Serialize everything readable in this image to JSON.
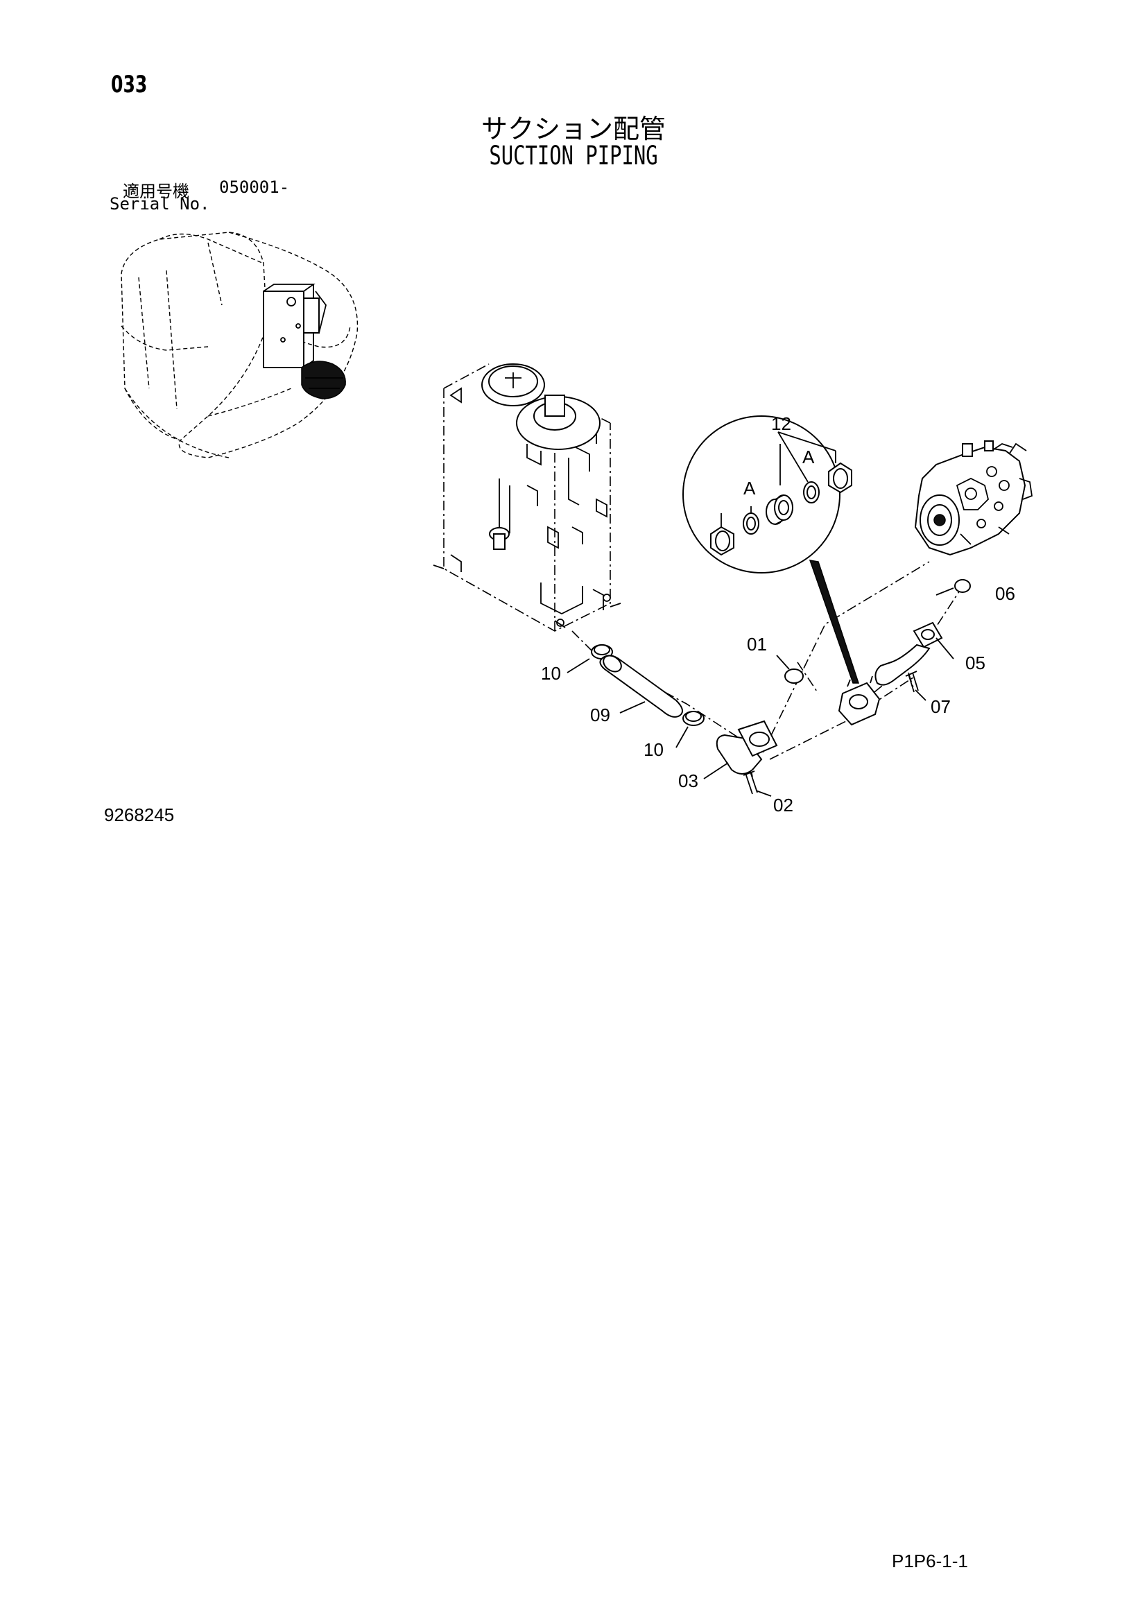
{
  "header": {
    "page_number": "033",
    "title_jp": "サクション配管",
    "title_en": "SUCTION PIPING",
    "serial_label_jp": "適用号機",
    "serial_value": "050001-",
    "serial_label_en": "Serial No."
  },
  "callouts": {
    "c01": "01",
    "c02": "02",
    "c03": "03",
    "c05": "05",
    "c06": "06",
    "c07": "07",
    "c09": "09",
    "c10a": "10",
    "c10b": "10",
    "c12": "12",
    "cA1": "A",
    "cA2": "A"
  },
  "footer": {
    "drawing_number": "9268245",
    "page_ref": "P1P6-1-1"
  }
}
